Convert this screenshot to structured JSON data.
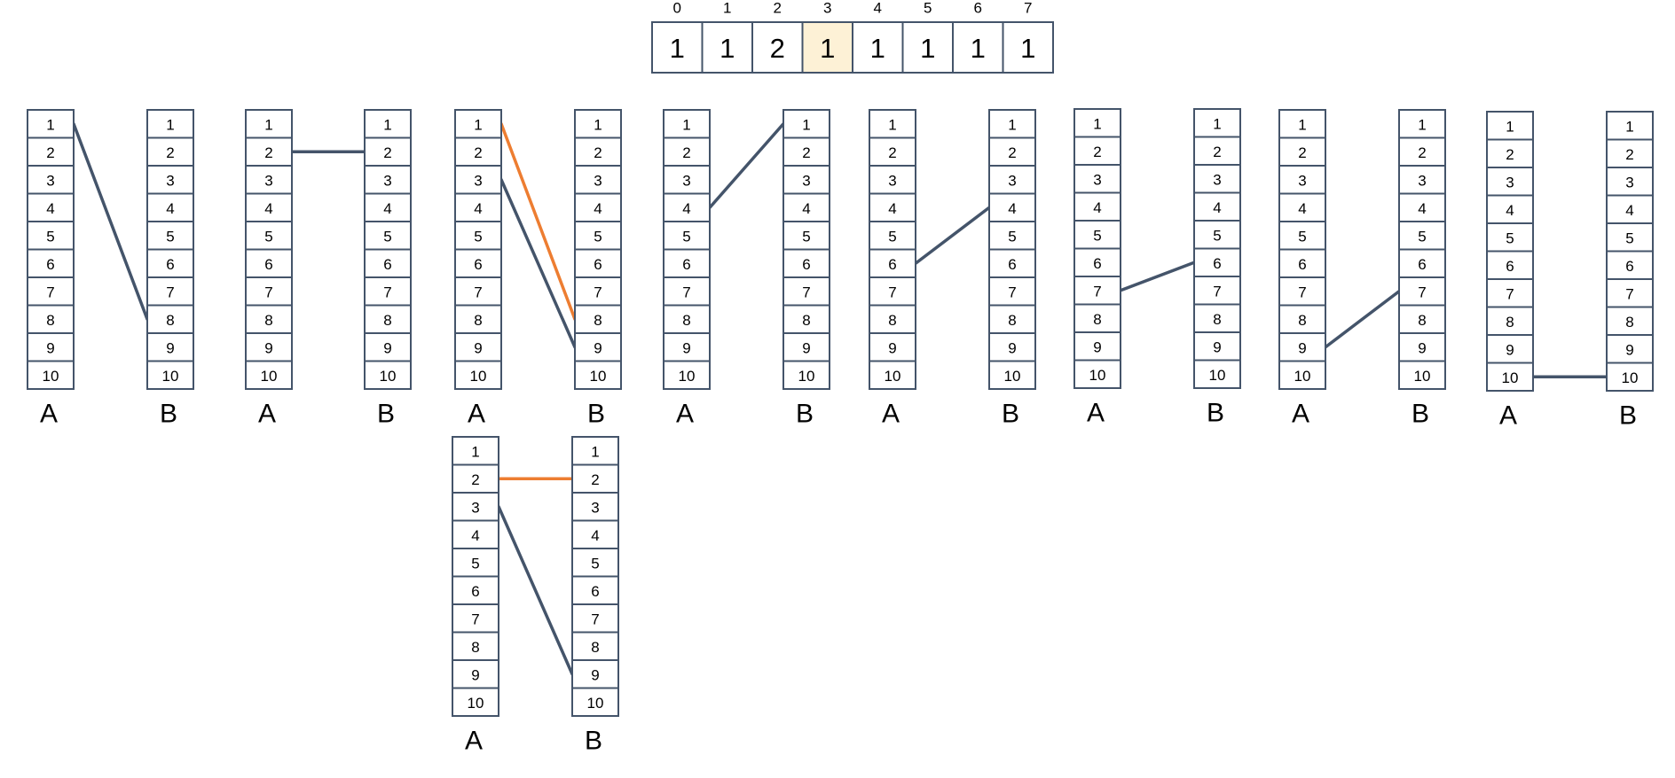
{
  "array": {
    "indices": [
      "0",
      "1",
      "2",
      "3",
      "4",
      "5",
      "6",
      "7"
    ],
    "values": [
      "1",
      "1",
      "2",
      "1",
      "1",
      "1",
      "1",
      "1"
    ],
    "highlight_index": 3
  },
  "column_cells": [
    "1",
    "2",
    "3",
    "4",
    "5",
    "6",
    "7",
    "8",
    "9",
    "10"
  ],
  "column_labels": {
    "a": "A",
    "b": "B"
  },
  "pairs": [
    {
      "links": [
        {
          "a": 1,
          "b": 8,
          "color": "slate"
        }
      ]
    },
    {
      "links": [
        {
          "a": 2,
          "b": 2,
          "color": "slate"
        }
      ]
    },
    {
      "links": [
        {
          "a": 1,
          "b": 8,
          "color": "orange"
        },
        {
          "a": 3,
          "b": 9,
          "color": "slate"
        }
      ]
    },
    {
      "links": [
        {
          "a": 4,
          "b": 1,
          "color": "slate"
        }
      ]
    },
    {
      "links": [
        {
          "a": 6,
          "b": 4,
          "color": "slate"
        }
      ]
    },
    {
      "links": [
        {
          "a": 7,
          "b": 6,
          "color": "slate"
        }
      ]
    },
    {
      "links": [
        {
          "a": 9,
          "b": 7,
          "color": "slate"
        }
      ]
    },
    {
      "links": [
        {
          "a": 10,
          "b": 10,
          "color": "slate"
        }
      ]
    },
    {
      "links": [
        {
          "a": 2,
          "b": 2,
          "color": "orange"
        },
        {
          "a": 3,
          "b": 9,
          "color": "slate"
        }
      ]
    }
  ],
  "colors": {
    "border": "#44546a",
    "line": "#44546a",
    "highlight_line": "#ed7d31",
    "highlight_fill": "#fdf1d6",
    "text": "#000000"
  }
}
